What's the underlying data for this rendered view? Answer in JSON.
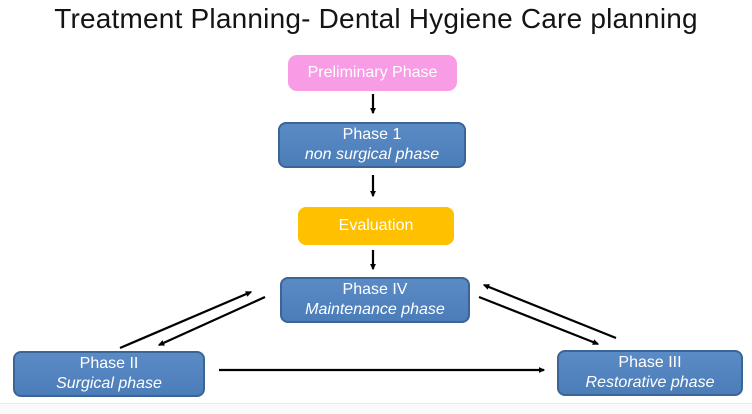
{
  "slide": {
    "title": "Treatment Planning- Dental Hygiene Care planning"
  },
  "colors": {
    "preliminary_pink": "#F79CE5",
    "phase_blue_fill": "#4F81BD",
    "phase_blue_border": "#3A6596",
    "evaluation_amber": "#FFC000",
    "arrow_black": "#000000",
    "box_text_white": "#FFFFFF",
    "title_text": "#141414"
  },
  "diagram": {
    "nodes": {
      "preliminary": {
        "label": "Preliminary Phase"
      },
      "phase1": {
        "title": "Phase 1",
        "subtitle": "non surgical phase"
      },
      "evaluation": {
        "label": "Evaluation"
      },
      "phase4": {
        "title": "Phase IV",
        "subtitle": "Maintenance phase"
      },
      "phase2": {
        "title": "Phase II",
        "subtitle": "Surgical phase"
      },
      "phase3": {
        "title": "Phase III",
        "subtitle": "Restorative phase"
      }
    },
    "edges": [
      {
        "from": "preliminary",
        "to": "phase1",
        "style": "vertical-down"
      },
      {
        "from": "phase1",
        "to": "evaluation",
        "style": "vertical-down"
      },
      {
        "from": "evaluation",
        "to": "phase4",
        "style": "vertical-down"
      },
      {
        "from": "phase2",
        "to": "phase4",
        "style": "diagonal-up-right"
      },
      {
        "from": "phase4",
        "to": "phase2",
        "style": "diagonal-down-left"
      },
      {
        "from": "phase3",
        "to": "phase4",
        "style": "diagonal-up-left"
      },
      {
        "from": "phase4",
        "to": "phase3",
        "style": "diagonal-down-right"
      },
      {
        "from": "phase2",
        "to": "phase3",
        "style": "horizontal-right"
      }
    ]
  }
}
